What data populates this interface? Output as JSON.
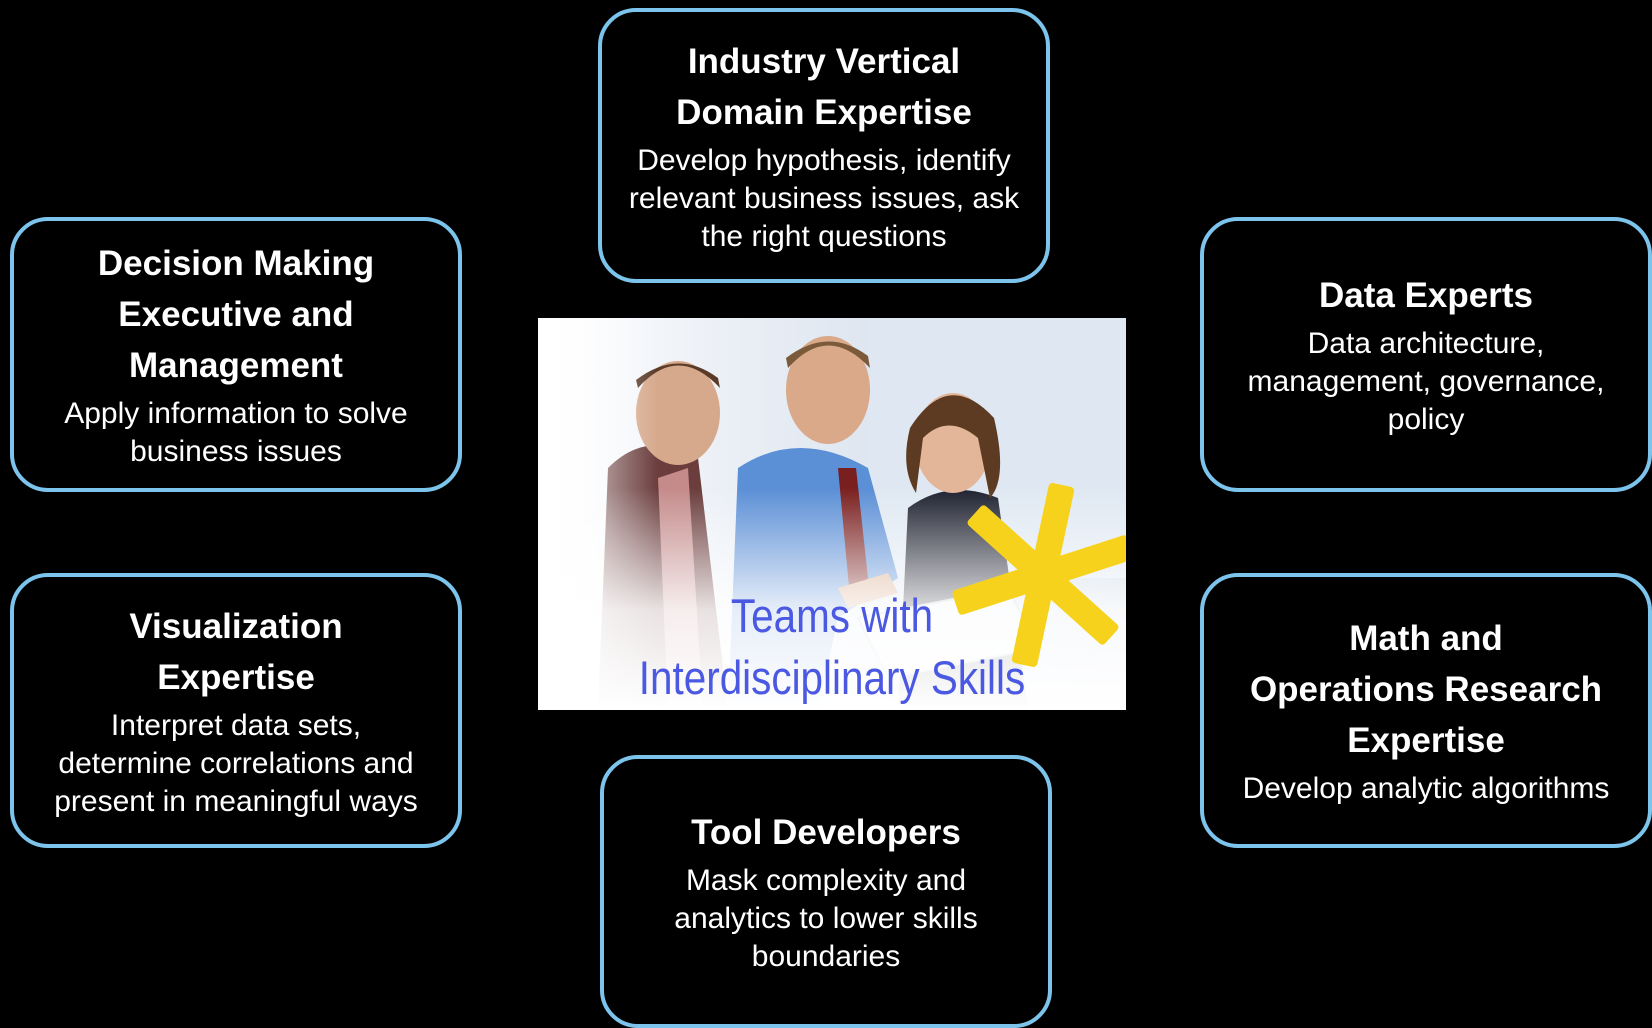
{
  "center": {
    "line1": "Teams with",
    "line2": "Interdisciplinary Skills",
    "text_color": "#4a58e2",
    "accent_color": "#f6d21c"
  },
  "boxes": {
    "industry": {
      "title": "Industry Vertical\nDomain Expertise",
      "description": "Develop hypothesis, identify\nrelevant business issues, ask\nthe right questions"
    },
    "decision": {
      "title": "Decision Making\nExecutive and\nManagement",
      "description": "Apply information to solve\nbusiness issues"
    },
    "data": {
      "title": "Data Experts",
      "description": "Data architecture,\nmanagement, governance,\npolicy"
    },
    "visual": {
      "title": "Visualization\nExpertise",
      "description": "Interpret data sets,\ndetermine correlations and\npresent in meaningful ways"
    },
    "math": {
      "title": "Math and\nOperations Research\nExpertise",
      "description": "Develop analytic algorithms"
    },
    "tool": {
      "title": "Tool Developers",
      "description": "Mask complexity and\nanalytics to lower skills\nboundaries"
    }
  },
  "colors": {
    "background": "#000000",
    "box_border": "#7cc4ec",
    "text": "#ffffff"
  }
}
